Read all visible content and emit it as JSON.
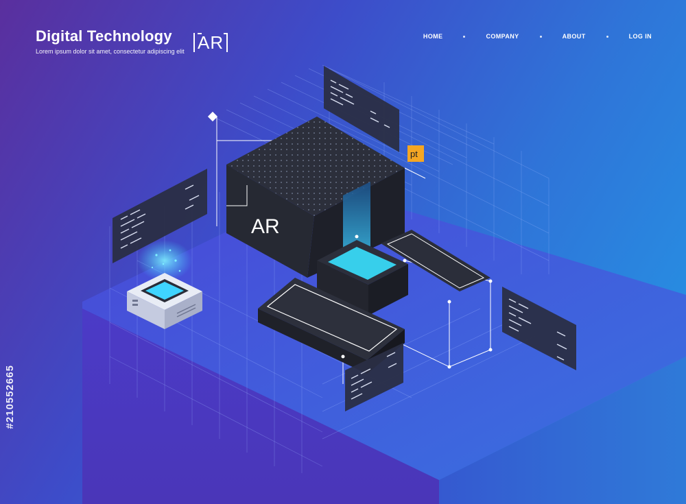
{
  "header": {
    "title": "Digital Technology",
    "subtitle": "Lorem ipsum dolor sit amet, consectetur adipiscing elit",
    "badge": "AR"
  },
  "nav": {
    "items": [
      {
        "label": "HOME"
      },
      {
        "label": "COMPANY"
      },
      {
        "label": "ABOUT"
      },
      {
        "label": "LOG IN"
      }
    ]
  },
  "scene": {
    "cube_label": "AR",
    "tag_label": "pt"
  },
  "watermark": "#210552665",
  "colors": {
    "accent_cyan": "#3fd4ff",
    "tag_orange": "#f5a623",
    "dark_block": "#2a2d38"
  }
}
